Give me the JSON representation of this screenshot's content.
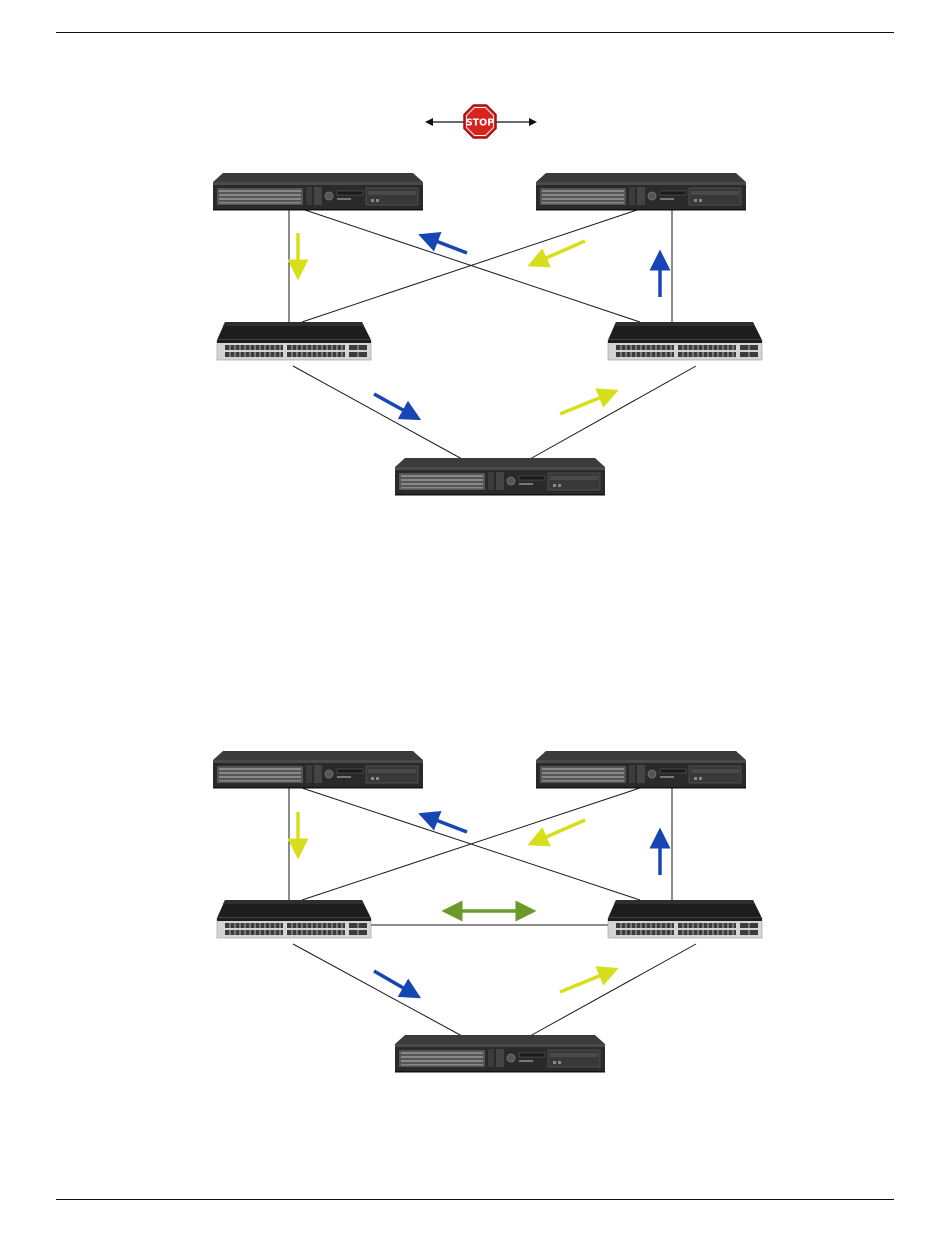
{
  "page": {
    "header_rule": true,
    "footer_rule": true
  },
  "legend": {
    "stop_sign_text": "STOP",
    "stop_sign_color": "#d8231f",
    "icon": "stop-sign-icon"
  },
  "colors": {
    "blue_flow": "#1646b4",
    "yellow_flow": "#d7df1c",
    "green_link": "#6a9a2a",
    "cable": "#1a1a1a"
  },
  "figures": [
    {
      "id": "loop-blocked",
      "devices": [
        {
          "name": "server-top-left",
          "icon": "rack-server-icon"
        },
        {
          "name": "server-top-right",
          "icon": "rack-server-icon"
        },
        {
          "name": "switch-left",
          "icon": "network-switch-icon"
        },
        {
          "name": "switch-right",
          "icon": "network-switch-icon"
        },
        {
          "name": "server-bottom",
          "icon": "rack-server-icon"
        }
      ],
      "inter_switch_link": false,
      "shows_stop_sign": true
    },
    {
      "id": "loop-with-link",
      "devices": [
        {
          "name": "server-top-left",
          "icon": "rack-server-icon"
        },
        {
          "name": "server-top-right",
          "icon": "rack-server-icon"
        },
        {
          "name": "switch-left",
          "icon": "network-switch-icon"
        },
        {
          "name": "switch-right",
          "icon": "network-switch-icon"
        },
        {
          "name": "server-bottom",
          "icon": "rack-server-icon"
        }
      ],
      "inter_switch_link": true,
      "shows_stop_sign": false
    }
  ]
}
